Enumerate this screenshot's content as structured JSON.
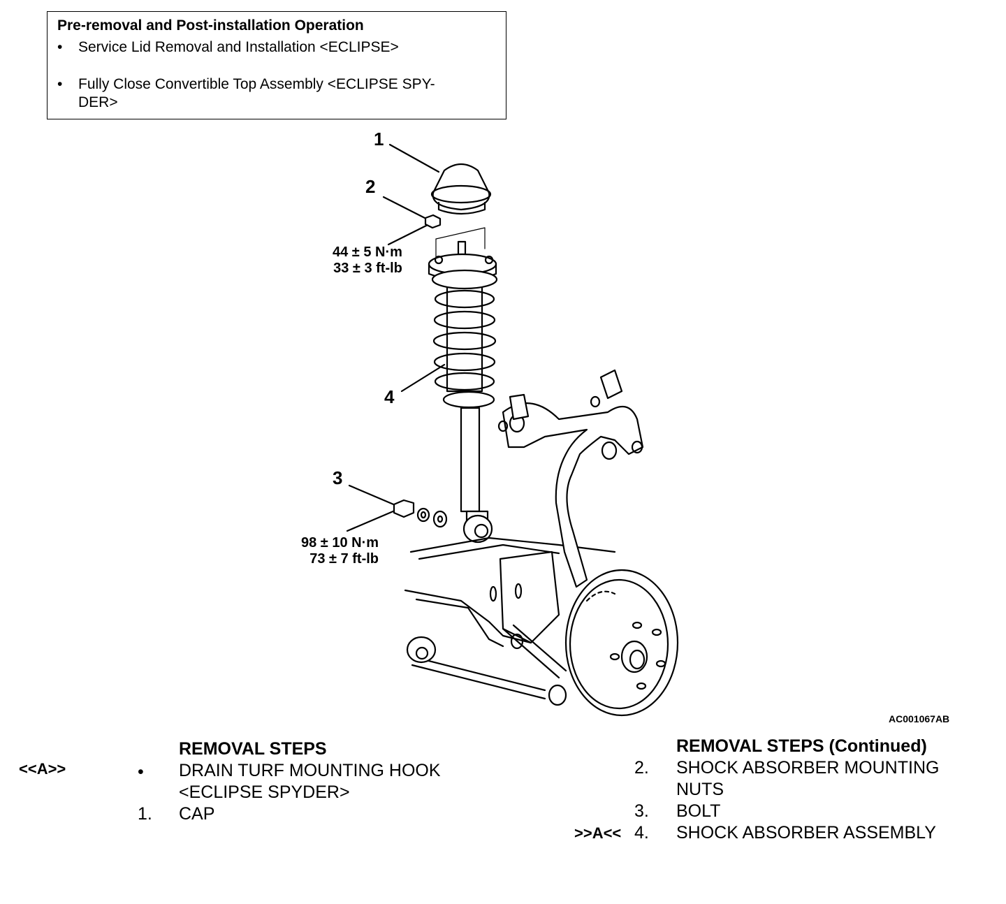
{
  "pre_operation": {
    "title": "Pre-removal and Post-installation Operation",
    "items": [
      {
        "bullet": "•",
        "text": "Service Lid Removal and Installation <ECLIPSE>"
      },
      {
        "bullet": "•",
        "text": "Fully Close Convertible Top Assembly <ECLIPSE SPY-",
        "text2": "DER>"
      }
    ]
  },
  "callouts": [
    "1",
    "2",
    "3",
    "4"
  ],
  "torques": {
    "nut": {
      "metric": "44 ± 5 N·m",
      "imperial": "33 ± 3 ft-lb"
    },
    "bolt": {
      "metric": "98 ± 10 N·m",
      "imperial": "73 ± 7 ft-lb"
    }
  },
  "figure_id": "AC001067AB",
  "removal_steps": {
    "header": "REMOVAL STEPS",
    "rows": [
      {
        "ref": "<<A>>",
        "num": "•",
        "text": "DRAIN TURF MOUNTING HOOK",
        "text2": "<ECLIPSE SPYDER>"
      },
      {
        "ref": "",
        "num": "1.",
        "text": "CAP"
      }
    ]
  },
  "removal_steps_continued": {
    "header": "REMOVAL STEPS (Continued)",
    "rows": [
      {
        "ref": "",
        "num": "2.",
        "text": "SHOCK ABSORBER MOUNTING",
        "text2": "NUTS"
      },
      {
        "ref": "",
        "num": "3.",
        "text": "BOLT"
      },
      {
        "ref": ">>A<<",
        "num": "4.",
        "text": "SHOCK ABSORBER ASSEMBLY"
      }
    ]
  }
}
